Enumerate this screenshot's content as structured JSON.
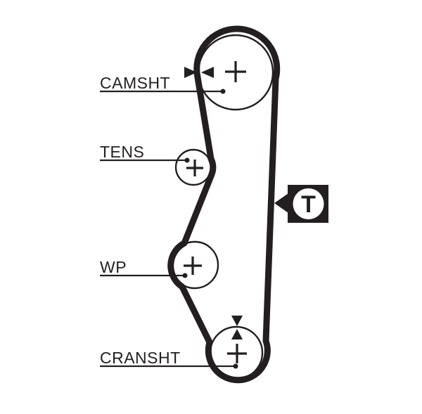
{
  "diagram": {
    "type": "timing-belt-routing",
    "colors": {
      "ink": "#231f20",
      "background": "#ffffff"
    },
    "pulleys": [
      {
        "id": "camshaft",
        "label": "CAMSHT",
        "marks": "horizontal-arrow-pair"
      },
      {
        "id": "tensioner",
        "label": "TENS",
        "marks": "none"
      },
      {
        "id": "water-pump",
        "label": "WP",
        "marks": "none"
      },
      {
        "id": "crankshaft",
        "label": "CRANSHT",
        "marks": "vertical-arrow-pair"
      }
    ],
    "marker": {
      "letter": "T",
      "description": "tensioner-pointer-badge"
    }
  }
}
